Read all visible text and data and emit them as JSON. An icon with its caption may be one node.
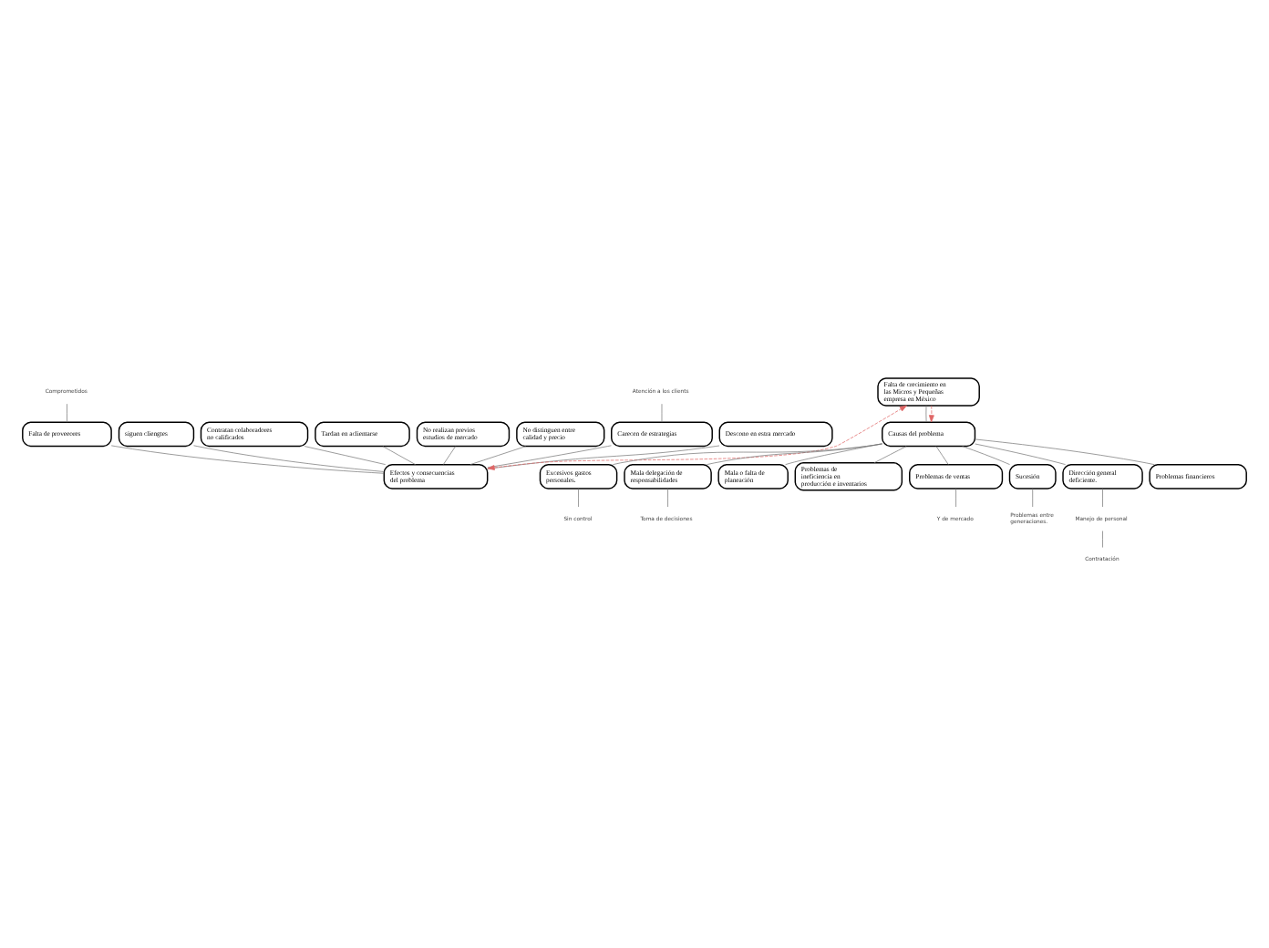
{
  "diagram": {
    "nodes": [
      {
        "text": [
          "Comprometidos"
        ]
      },
      {
        "text": [
          "Atención a los clients"
        ]
      },
      {
        "text": [
          "siguen cliengtes"
        ]
      },
      {
        "text": [
          "Contratan colaboradores no calificados"
        ]
      },
      {
        "text": [
          "Falta de proveeores"
        ]
      },
      {
        "text": [
          "Tardan en aclientarse"
        ]
      },
      {
        "text": [
          "No realizan previos estudios de mercado"
        ]
      },
      {
        "text": [
          "No distinguen entre calidad y precio"
        ]
      },
      {
        "text": [
          "Carecen de estrategias"
        ]
      },
      {
        "text": [
          "Descono en estra mercado"
        ]
      },
      {
        "text": [
          "Efectos y consecuencias del problema"
        ]
      },
      {
        "text": [
          "Falta de crecimiento en las Micros y Pequeñas empresa en México"
        ]
      },
      {
        "text": [
          "Causas del problema"
        ]
      },
      {
        "text": [
          "Excesivos gastos personales."
        ]
      },
      {
        "text": [
          "Mala delegación de responsabilidades"
        ]
      },
      {
        "text": [
          "Mala o falta de planeación"
        ]
      },
      {
        "text": [
          "Problemas de ineficiencia en producción e inventarios"
        ]
      },
      {
        "text": [
          "Problemas de ventas"
        ]
      },
      {
        "text": [
          "Sucesión"
        ]
      },
      {
        "text": [
          "Dirección general deficiente."
        ]
      },
      {
        "text": [
          "Problemas financieros"
        ]
      },
      {
        "text": [
          "Sin control"
        ]
      },
      {
        "text": [
          "Toma de decisiones"
        ]
      },
      {
        "text": [
          "Y de mercado"
        ]
      },
      {
        "text": [
          "Problemas entre generaciones."
        ]
      },
      {
        "text": [
          "Manejo de personal"
        ]
      },
      {
        "text": [
          "Contratación"
        ]
      }
    ],
    "edges": [
      {
        "from": 0,
        "to": 4,
        "arrow": "none"
      },
      {
        "from": 1,
        "to": 8,
        "arrow": "none"
      },
      {
        "from": 2,
        "to": 10,
        "arrow": "none"
      },
      {
        "from": 3,
        "to": 10,
        "arrow": "none"
      },
      {
        "from": 4,
        "to": 10,
        "arrow": "none"
      },
      {
        "from": 5,
        "to": 10,
        "arrow": "none"
      },
      {
        "from": 6,
        "to": 10,
        "arrow": "none"
      },
      {
        "from": 7,
        "to": 10,
        "arrow": "none"
      },
      {
        "from": 8,
        "to": 10,
        "arrow": "none"
      },
      {
        "from": 9,
        "to": 10,
        "arrow": "none"
      },
      {
        "from": 10,
        "to": 11,
        "arrow": "both",
        "style": "dashed",
        "color": "#e06666"
      },
      {
        "from": 11,
        "to": 12,
        "arrow": "none"
      },
      {
        "from": 11,
        "to": 12,
        "arrow": "to",
        "style": "dashed",
        "color": "#e06666"
      },
      {
        "from": 12,
        "to": 13,
        "arrow": "none"
      },
      {
        "from": 12,
        "to": 14,
        "arrow": "none"
      },
      {
        "from": 12,
        "to": 15,
        "arrow": "none"
      },
      {
        "from": 12,
        "to": 16,
        "arrow": "none"
      },
      {
        "from": 12,
        "to": 17,
        "arrow": "none"
      },
      {
        "from": 12,
        "to": 18,
        "arrow": "none"
      },
      {
        "from": 12,
        "to": 19,
        "arrow": "none"
      },
      {
        "from": 12,
        "to": 20,
        "arrow": "none"
      },
      {
        "from": 13,
        "to": 21,
        "arrow": "none"
      },
      {
        "from": 14,
        "to": 22,
        "arrow": "none"
      },
      {
        "from": 17,
        "to": 23,
        "arrow": "none"
      },
      {
        "from": 18,
        "to": 24,
        "arrow": "none"
      },
      {
        "from": 19,
        "to": 25,
        "arrow": "none"
      },
      {
        "from": 25,
        "to": 26,
        "arrow": "none"
      }
    ]
  }
}
